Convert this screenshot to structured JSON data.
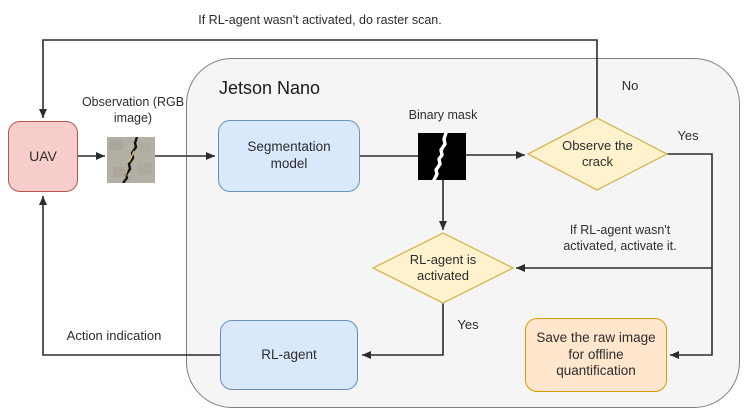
{
  "container": {
    "title": "Jetson Nano"
  },
  "nodes": {
    "uav": {
      "label": "UAV"
    },
    "segmentation": {
      "label": "Segmentation model"
    },
    "rl_agent": {
      "label": "RL-agent"
    },
    "save": {
      "label": "Save the raw image for offline quantification"
    },
    "observe_decision": {
      "label": "Observe the crack"
    },
    "activated_decision": {
      "label": "RL-agent is activated"
    }
  },
  "labels": {
    "raster_note": "If RL-agent wasn't activated, do raster scan.",
    "observation": "Observation (RGB image)",
    "binary_mask": "Binary mask",
    "no_branch": "No",
    "yes_observe": "Yes",
    "yes_activated": "Yes",
    "activate_note": "If RL-agent wasn't activated, activate it.",
    "action_indication": "Action indication"
  },
  "images": {
    "observation": "concrete-crack-photo",
    "binary_mask": "crack-binary-mask"
  },
  "colors": {
    "process_fill": "#dae8fc",
    "process_border": "#6c8ebf",
    "uav_fill": "#f8cecc",
    "uav_border": "#b85450",
    "decision_fill": "#fff2cc",
    "decision_border": "#d6b656",
    "save_fill": "#ffe6cc",
    "save_border": "#d79b00",
    "container_fill": "#f5f5f5",
    "container_border": "#7f7f7f",
    "connector": "#2d2d2d",
    "background": "#ffffff"
  }
}
